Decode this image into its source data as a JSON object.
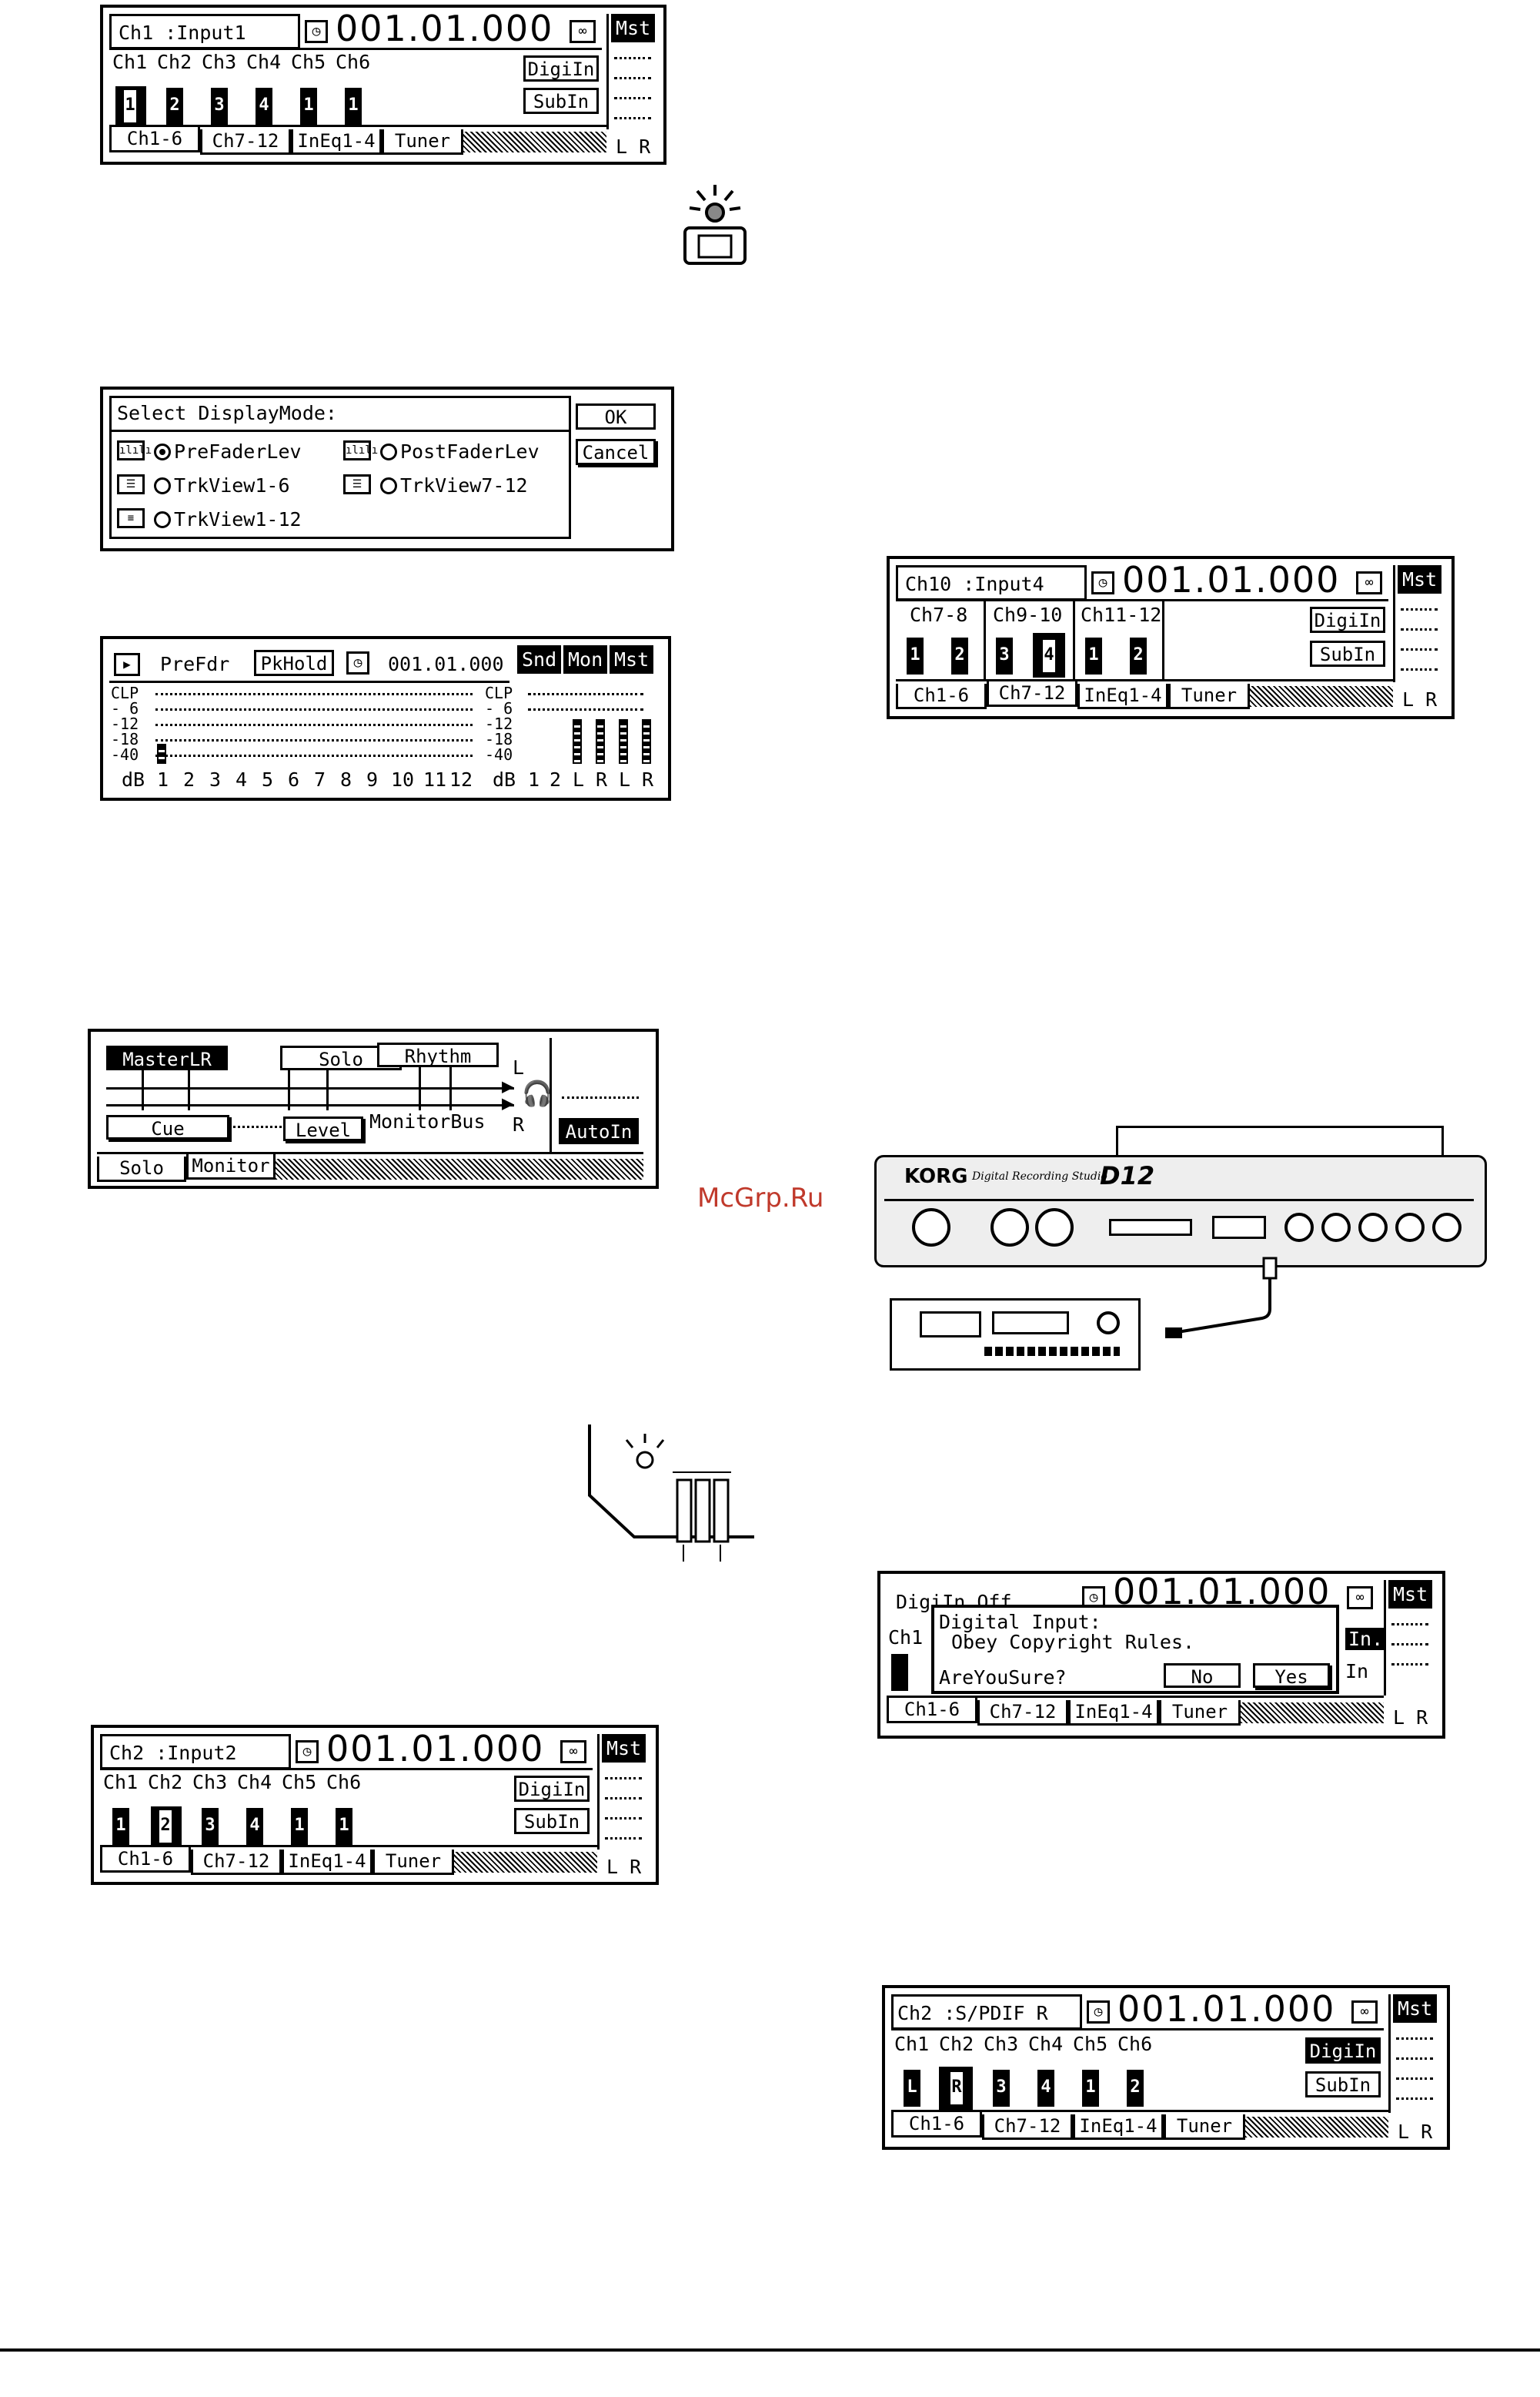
{
  "screens": {
    "s1": {
      "title": "Ch1   :Input1",
      "time": "001.01.000",
      "mst": "Mst",
      "channels": [
        "Ch1",
        "Ch2",
        "Ch3",
        "Ch4",
        "Ch5",
        "Ch6"
      ],
      "faders": [
        "1",
        "2",
        "3",
        "4",
        "1",
        "1"
      ],
      "digi": "DigiIn",
      "sub": "SubIn",
      "tabs": [
        "Ch1-6",
        "Ch7-12",
        "InEq1-4",
        "Tuner"
      ],
      "lr": "L  R"
    },
    "display_mode": {
      "title": "Select DisplayMode:",
      "ok": "OK",
      "cancel": "Cancel",
      "options": [
        "PreFaderLev",
        "PostFaderLev",
        "TrkView1-6",
        "TrkView7-12",
        "TrkView1-12"
      ]
    },
    "meter": {
      "mode": "PreFdr",
      "hold": "PkHold",
      "time": "001.01.000",
      "snd": "Snd",
      "mon": "Mon",
      "mst": "Mst",
      "scale": [
        "CLP",
        "- 6",
        "-12",
        "-18",
        "-40"
      ],
      "db": "dB",
      "channels": [
        "1",
        "2",
        "3",
        "4",
        "5",
        "6",
        "7",
        "8",
        "9",
        "10",
        "11",
        "12"
      ],
      "right": [
        "1",
        "2",
        "L",
        "R",
        "L",
        "R"
      ]
    },
    "monitor": {
      "master": "MasterLR",
      "solo": "Solo",
      "rhythm": "Rhythm",
      "cue": "Cue",
      "level": "Level",
      "bus": "MonitorBus",
      "l": "L",
      "r": "R",
      "autoin": "AutoIn",
      "tabs": [
        "Solo",
        "Monitor"
      ]
    },
    "s2": {
      "title": "Ch2   :Input2",
      "time": "001.01.000",
      "mst": "Mst",
      "channels": [
        "Ch1",
        "Ch2",
        "Ch3",
        "Ch4",
        "Ch5",
        "Ch6"
      ],
      "faders": [
        "1",
        "2",
        "3",
        "4",
        "1",
        "1"
      ],
      "digi": "DigiIn",
      "sub": "SubIn",
      "tabs": [
        "Ch1-6",
        "Ch7-12",
        "InEq1-4",
        "Tuner"
      ],
      "lr": "L  R"
    },
    "s3": {
      "title": "Ch10 :Input4",
      "time": "001.01.000",
      "mst": "Mst",
      "groups": [
        "Ch7-8",
        "Ch9-10",
        "Ch11-12"
      ],
      "faders": [
        "1",
        "2",
        "3",
        "4",
        "1",
        "2"
      ],
      "digi": "DigiIn",
      "sub": "SubIn",
      "tabs": [
        "Ch1-6",
        "Ch7-12",
        "InEq1-4",
        "Tuner"
      ],
      "lr": "L  R"
    },
    "dialog": {
      "behind_title": "DigiIn Off",
      "time": "001.01.000",
      "mst": "Mst",
      "ch": "Ch1",
      "line1": "Digital Input:",
      "line2": "Obey Copyright Rules.",
      "question": "AreYouSure?",
      "no": "No",
      "yes": "Yes",
      "in": "In.",
      "in2": "In",
      "tabs": [
        "Ch1-6",
        "Ch7-12",
        "InEq1-4",
        "Tuner"
      ],
      "lr": "L  R"
    },
    "s4": {
      "title": "Ch2   :S/PDIF R",
      "time": "001.01.000",
      "mst": "Mst",
      "channels": [
        "Ch1",
        "Ch2",
        "Ch3",
        "Ch4",
        "Ch5",
        "Ch6"
      ],
      "faders": [
        "L",
        "R",
        "3",
        "4",
        "1",
        "2"
      ],
      "digi": "DigiIn",
      "sub": "SubIn",
      "tabs": [
        "Ch1-6",
        "Ch7-12",
        "InEq1-4",
        "Tuner"
      ],
      "lr": "L  R"
    }
  },
  "device": {
    "brand": "KORG",
    "model_text": "Digital Recording Studio",
    "model": "D12"
  },
  "watermark": "McGrp.Ru"
}
